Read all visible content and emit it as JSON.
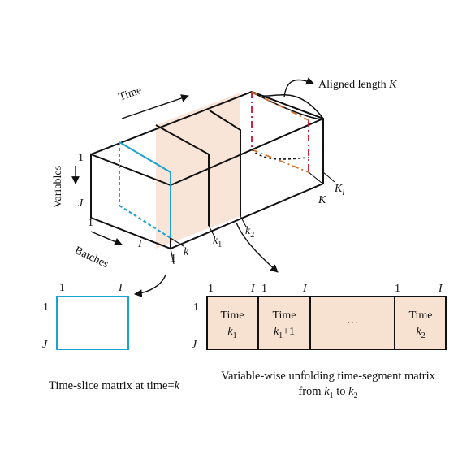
{
  "colors": {
    "line": "#111111",
    "slice_blue": "#1ba1d6",
    "segment_fill": "#f7e1d1",
    "aligned_red": "#c8102e",
    "aligned_orange": "#d8702a"
  },
  "cube": {
    "time_label": "Time",
    "variables_label": "Variables",
    "batches_label": "Batches",
    "aligned_label": "Aligned length",
    "aligned_K": "K",
    "var_top": "1",
    "var_bottom": "J",
    "batch_front": "1",
    "batch_I": "I",
    "batch_one": "1",
    "k": "k",
    "k1": "k",
    "k1_sub": "1",
    "k2": "k",
    "k2_sub": "2",
    "K": "K",
    "K1": "K",
    "K1_sub": "l"
  },
  "slice_matrix": {
    "col_left": "1",
    "col_right": "I",
    "row_top": "1",
    "row_bottom": "J",
    "caption_prefix": "Time-slice matrix at time=",
    "caption_var": "k"
  },
  "unfold_matrix": {
    "row_top": "1",
    "row_bottom": "J",
    "headers": [
      "1",
      "I",
      "1",
      "I",
      "1",
      "I"
    ],
    "cells": [
      {
        "line1": "Time",
        "var": "k",
        "sub": "1",
        "suffix": ""
      },
      {
        "line1": "Time",
        "var": "k",
        "sub": "1",
        "suffix": "+1"
      },
      {
        "line1": "···",
        "var": "",
        "sub": "",
        "suffix": ""
      },
      {
        "line1": "Time",
        "var": "k",
        "sub": "2",
        "suffix": ""
      }
    ],
    "caption_line1": "Variable-wise unfolding time-segment matrix",
    "caption_line2_prefix": "from ",
    "caption_k1": "k",
    "caption_k1_sub": "1",
    "caption_mid": " to ",
    "caption_k2": "k",
    "caption_k2_sub": "2"
  }
}
